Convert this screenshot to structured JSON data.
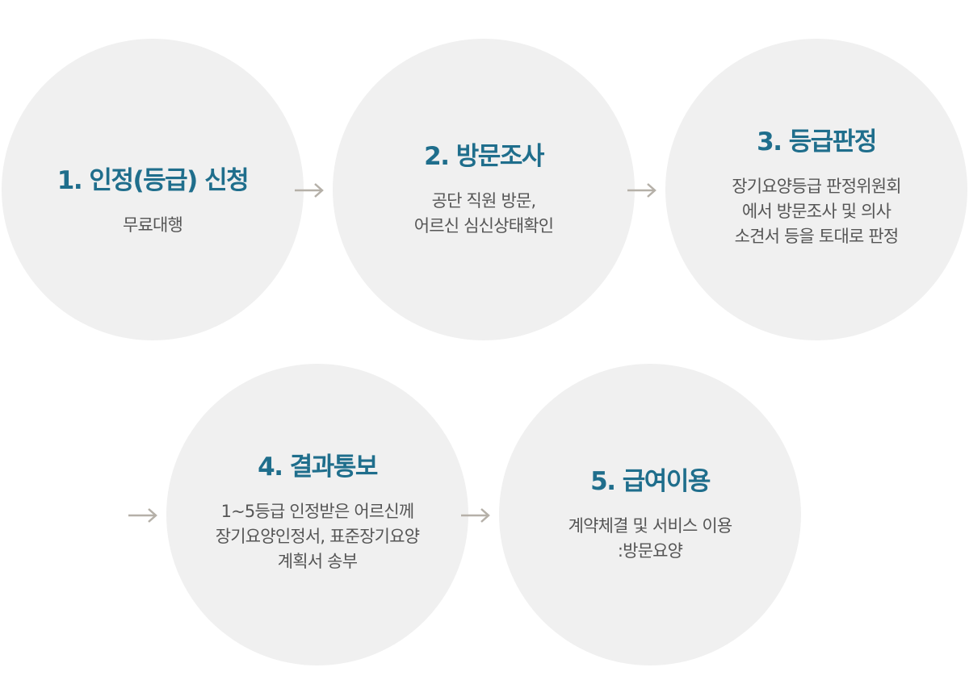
{
  "colors": {
    "circle_bg": "#f0f0f0",
    "title": "#1f6e8c",
    "description": "#555555",
    "arrow": "#b5b0a8"
  },
  "steps": [
    {
      "title": "1. 인정(등급) 신청",
      "lines": [
        "무료대행"
      ]
    },
    {
      "title": "2. 방문조사",
      "lines": [
        "공단 직원 방문,",
        "어르신 심신상태확인"
      ]
    },
    {
      "title": "3. 등급판정",
      "lines": [
        "장기요양등급 판정위원회",
        "에서 방문조사 및 의사",
        "소견서 등을 토대로 판정"
      ]
    },
    {
      "title": "4. 결과통보",
      "lines": [
        "1~5등급 인정받은 어르신께",
        "장기요양인정서, 표준장기요양",
        "계획서 송부"
      ]
    },
    {
      "title": "5. 급여이용",
      "lines": [
        "계약체결 및 서비스 이용",
        ":방문요양"
      ]
    }
  ],
  "arrow_icon": "arrow-right-icon"
}
